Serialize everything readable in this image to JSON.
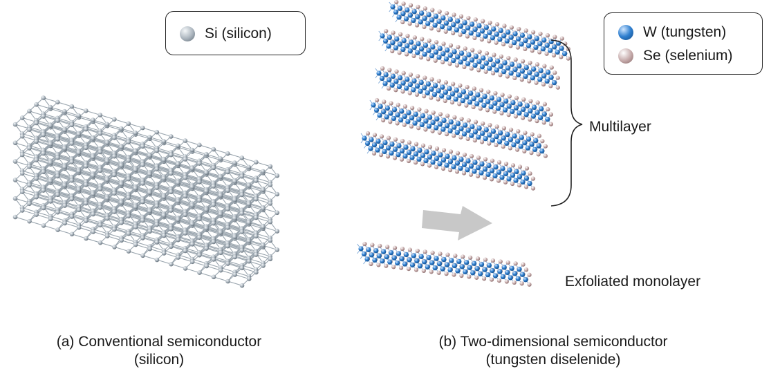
{
  "legend_si": {
    "label": "Si (silicon)"
  },
  "legend_wse": {
    "items": [
      {
        "label": "W (tungsten)",
        "color": "#2f7fcf"
      },
      {
        "label": "Se (selenium)",
        "color": "#c4a8a8"
      }
    ]
  },
  "labels": {
    "multilayer": "Multilayer",
    "monolayer": "Exfoliated monolayer"
  },
  "captions": {
    "a": {
      "line1": "(a) Conventional semiconductor",
      "line2": "(silicon)"
    },
    "b": {
      "line1": "(b) Two-dimensional semiconductor",
      "line2": "(tungsten diselenide)"
    }
  },
  "colors": {
    "silicon": "#a9b3bc",
    "tungsten": "#2f7fcf",
    "selenium": "#c4a8a8",
    "arrow": "#c8c8c8"
  }
}
